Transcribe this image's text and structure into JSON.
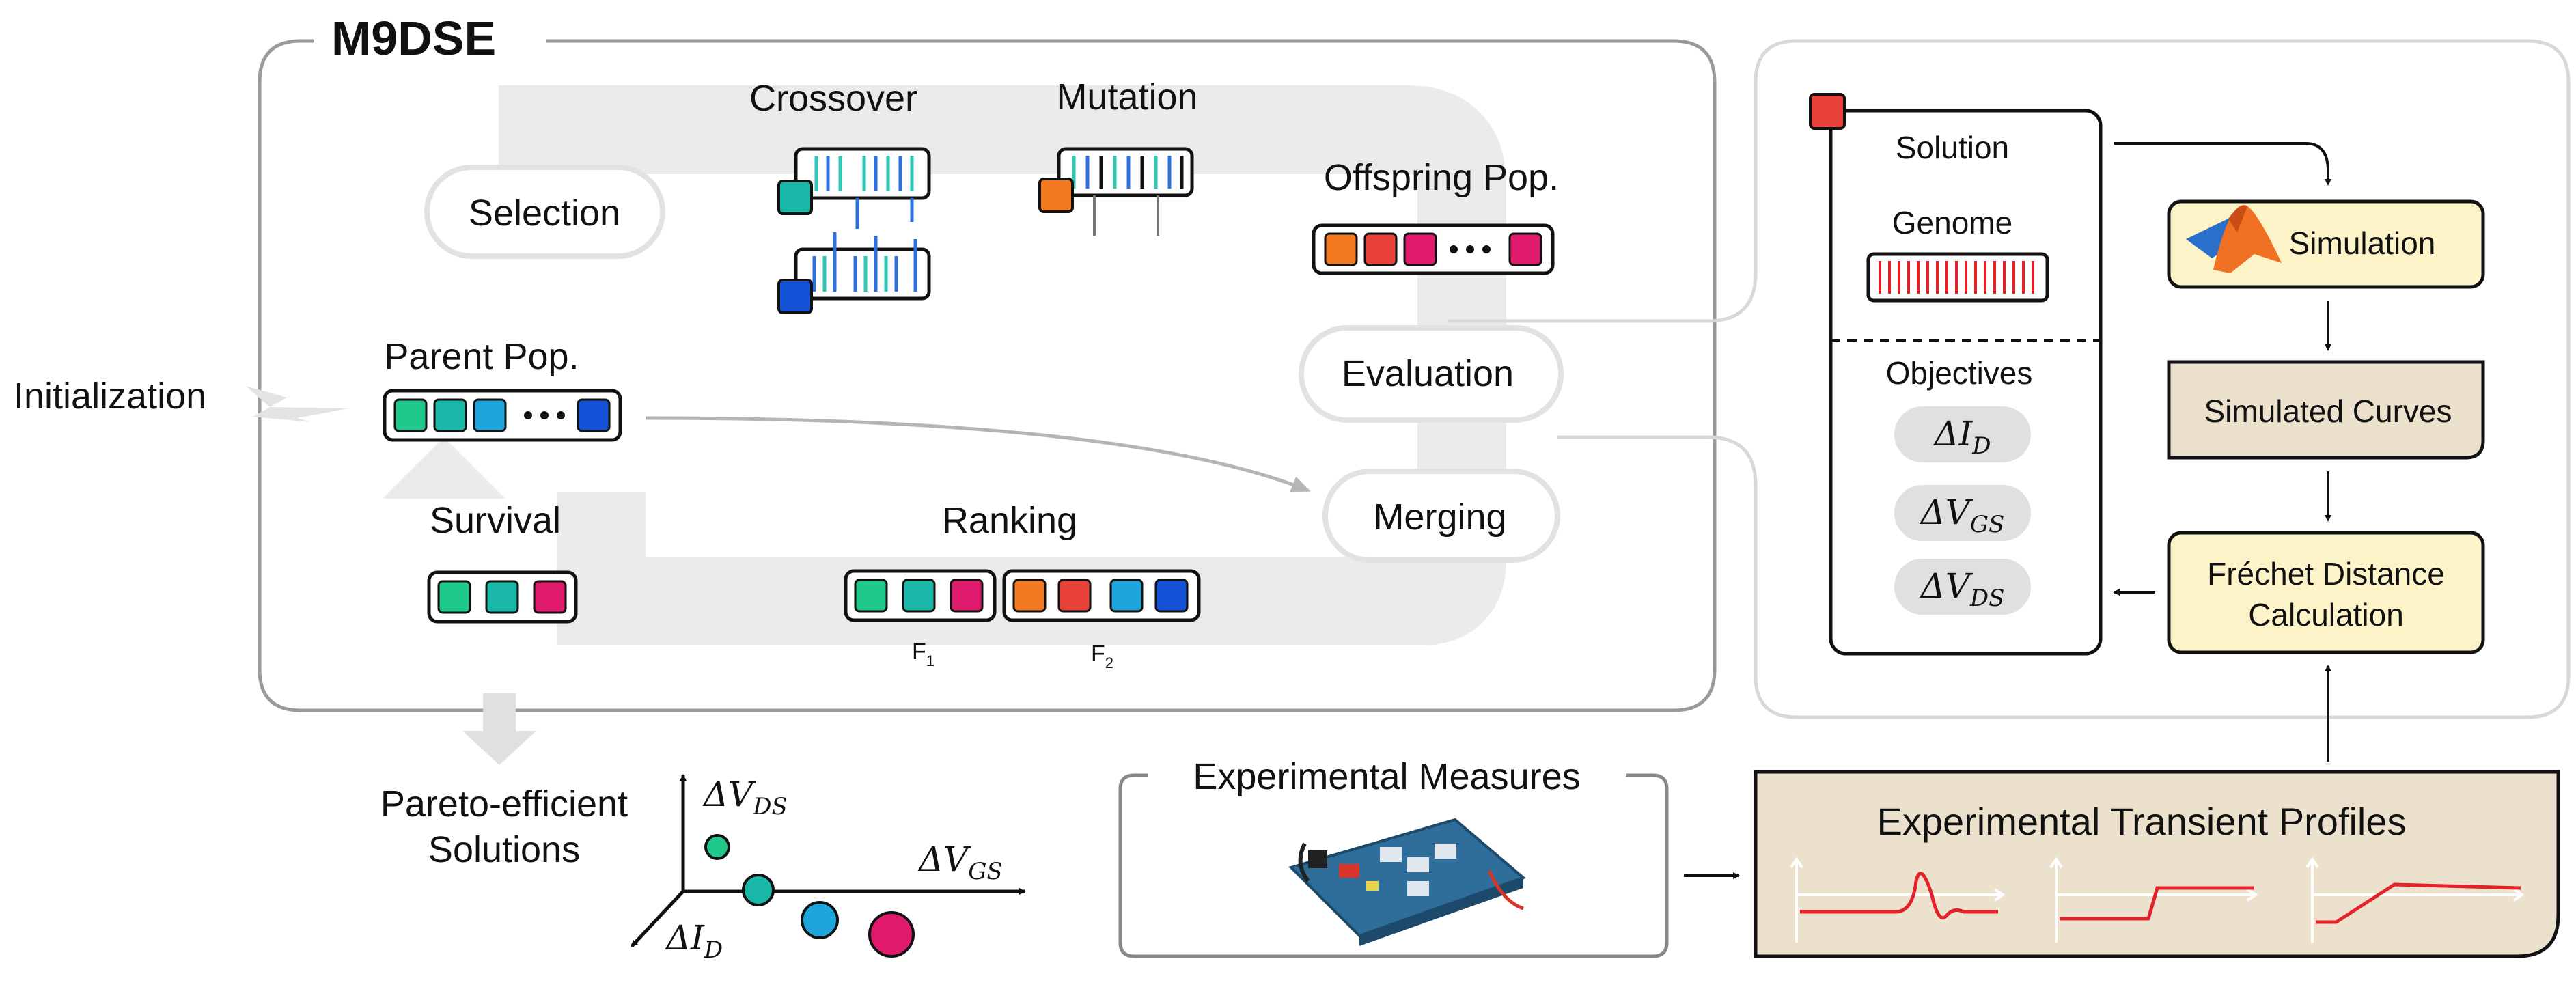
{
  "title": "M9DSE",
  "loop": {
    "selection": "Selection",
    "crossover": "Crossover",
    "mutation": "Mutation",
    "offspring": "Offspring Pop.",
    "evaluation": "Evaluation",
    "merging": "Merging",
    "ranking": "Ranking",
    "survival": "Survival",
    "parent": "Parent Pop.",
    "front1": "F",
    "front1_sub": "1",
    "front2": "F",
    "front2_sub": "2"
  },
  "initialization": "Initialization",
  "pareto": {
    "line1": "Pareto-efficient",
    "line2": "Solutions"
  },
  "axes": {
    "y": "ΔV",
    "y_sub": "DS",
    "x": "ΔV",
    "x_sub": "GS",
    "z": "ΔI",
    "z_sub": "D"
  },
  "solution_card": {
    "title": "Solution",
    "genome": "Genome",
    "objectives": "Objectives",
    "obj1": "ΔI",
    "obj1_sub": "D",
    "obj2": "ΔV",
    "obj2_sub": "GS",
    "obj3": "ΔV",
    "obj3_sub": "DS"
  },
  "pipeline": {
    "simulation": "Simulation",
    "simulated_curves": "Simulated Curves",
    "frechet_line1": "Fréchet Distance",
    "frechet_line2": "Calculation"
  },
  "experimental_measures": "Experimental Measures",
  "experimental_profiles": "Experimental Transient Profiles",
  "colors": {
    "green": "#1ec98a",
    "teal": "#1ab8a8",
    "cyan": "#1ea5dc",
    "blue": "#1452d8",
    "orange": "#f47a1f",
    "red": "#e8413a",
    "magenta": "#e01b6e",
    "cream": "#fdf3c8",
    "tan": "#ece1cc",
    "redline": "#e3222a"
  }
}
